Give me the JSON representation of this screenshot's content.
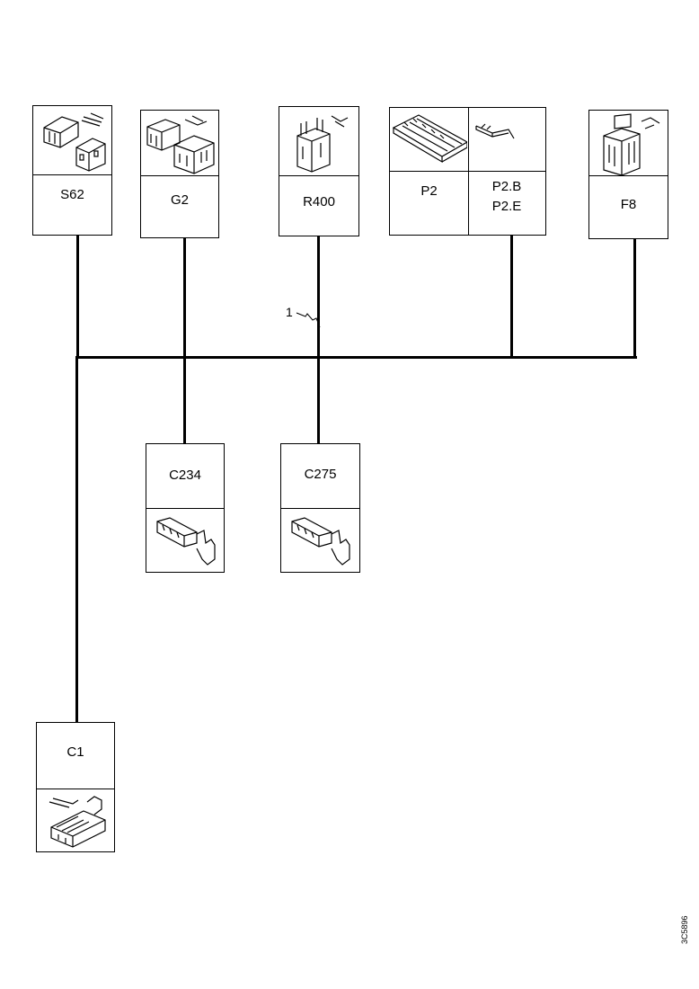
{
  "connectors": {
    "s62": {
      "label": "S62",
      "icon": "connector-block-icon"
    },
    "g2": {
      "label": "G2",
      "icon": "connector-housing-icon"
    },
    "r400": {
      "label": "R400",
      "icon": "connector-plug-icon"
    },
    "p2": {
      "label": "P2",
      "icon": "fuse-box-icon"
    },
    "p2b": {
      "label": "P2.B",
      "label2": "P2.E",
      "icon": "terminal-icon"
    },
    "f8": {
      "label": "F8",
      "icon": "connector-clip-icon"
    },
    "c234": {
      "label": "C234",
      "icon": "terminal-icon"
    },
    "c275": {
      "label": "C275",
      "icon": "terminal-icon"
    },
    "c1": {
      "label": "C1",
      "icon": "connector-block-icon"
    }
  },
  "callout": {
    "text": "1"
  },
  "figure_code": "3C5896"
}
